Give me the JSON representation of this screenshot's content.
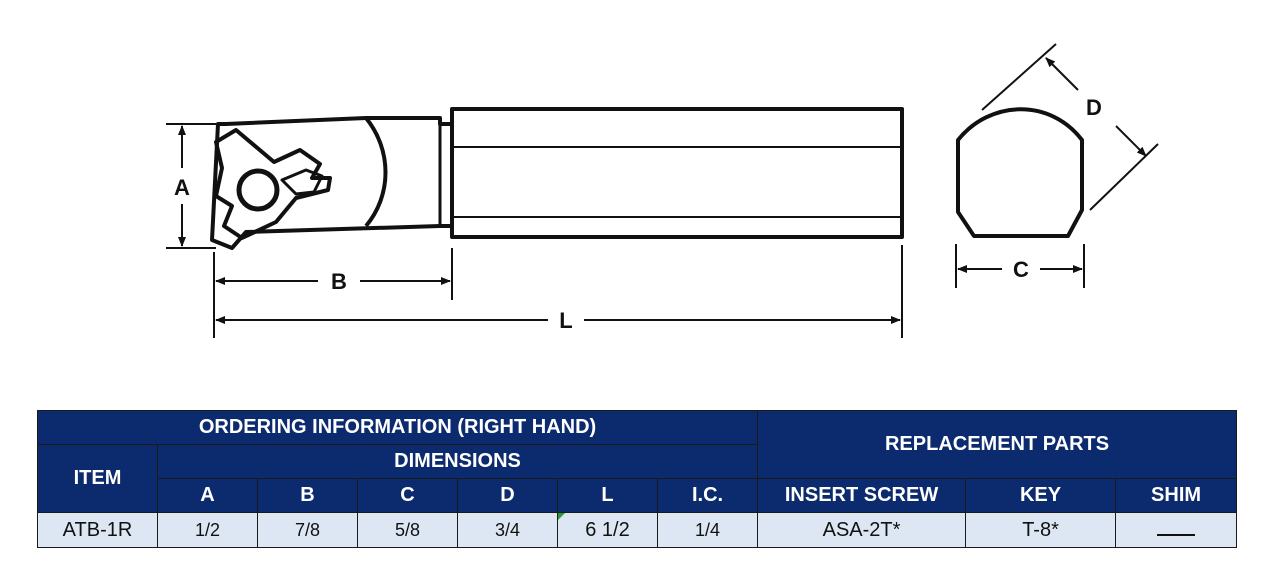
{
  "drawing": {
    "labels": {
      "a": "A",
      "b": "B",
      "c": "C",
      "d": "D",
      "l": "L"
    }
  },
  "table": {
    "title": "ORDERING INFORMATION (RIGHT HAND)",
    "replacement_title": "REPLACEMENT PARTS",
    "item_header": "ITEM",
    "dimensions_header": "DIMENSIONS",
    "dim_columns": [
      "A",
      "B",
      "C",
      "D",
      "L",
      "I.C."
    ],
    "part_columns": [
      "INSERT SCREW",
      "KEY",
      "SHIM"
    ],
    "rows": [
      {
        "item": "ATB-1R",
        "a": "1/2",
        "b": "7/8",
        "c": "5/8",
        "d": "3/4",
        "l": "6 1/2",
        "ic": "1/4",
        "insert_screw": "ASA-2T*",
        "key": "T-8*",
        "shim": ""
      }
    ]
  },
  "colors": {
    "header_bg": "#0c2a6e",
    "row_bg": "#dde7f3"
  }
}
